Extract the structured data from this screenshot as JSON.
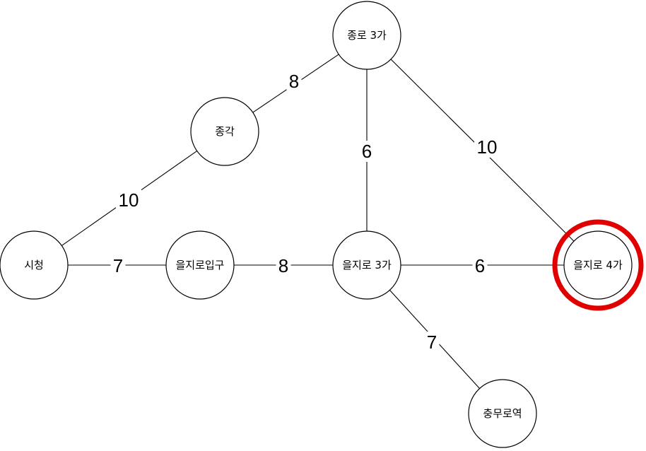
{
  "diagram": {
    "type": "weighted-graph",
    "highlight_color": "#e00000",
    "highlighted_node": "euljiro4",
    "nodes": [
      {
        "id": "jongno3",
        "label": "종로 3가"
      },
      {
        "id": "jonggak",
        "label": "종각"
      },
      {
        "id": "cityhall",
        "label": "시청"
      },
      {
        "id": "euljiroipgu",
        "label": "을지로입구"
      },
      {
        "id": "euljiro3",
        "label": "을지로 3가"
      },
      {
        "id": "euljiro4",
        "label": "을지로 4가"
      },
      {
        "id": "chungmuro",
        "label": "충무로역"
      }
    ],
    "edges": [
      {
        "from": "jongno3",
        "to": "jonggak",
        "weight": "8"
      },
      {
        "from": "jongno3",
        "to": "euljiro3",
        "weight": "6"
      },
      {
        "from": "jongno3",
        "to": "euljiro4",
        "weight": "10"
      },
      {
        "from": "jonggak",
        "to": "cityhall",
        "weight": "10"
      },
      {
        "from": "cityhall",
        "to": "euljiroipgu",
        "weight": "7"
      },
      {
        "from": "euljiroipgu",
        "to": "euljiro3",
        "weight": "8"
      },
      {
        "from": "euljiro3",
        "to": "euljiro4",
        "weight": "6"
      },
      {
        "from": "euljiro3",
        "to": "chungmuro",
        "weight": "7"
      }
    ]
  }
}
